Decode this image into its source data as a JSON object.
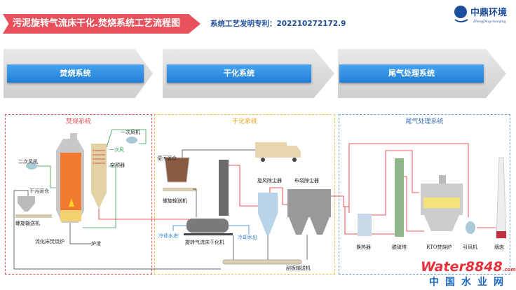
{
  "header": {
    "title": "污泥旋转气流床干化.焚烧系统工艺流程图",
    "patent": "系统工艺发明专利：202210272172.9",
    "logo_text": "中鼎环境",
    "logo_sub": "ZhongDing HuanJing"
  },
  "stages": [
    {
      "label": "焚烧系统"
    },
    {
      "label": "干化系统"
    },
    {
      "label": "尾气处理系统"
    }
  ],
  "sections": {
    "incineration": {
      "title": "焚烧系统",
      "labels": {
        "primary_fan": "一次风机",
        "primary_air": "一次风",
        "secondary_fan": "二次风机",
        "preheater": "空预器",
        "dry_silo": "干污泥仓",
        "screw": "螺旋输送机",
        "furnace": "流化床焚烧炉",
        "slag": "炉渣"
      }
    },
    "drying": {
      "title": "干化系统",
      "labels": {
        "wet_silo": "湿污泥仓",
        "screw": "螺旋输送机",
        "cyclone": "旋风除尘器",
        "bag": "布袋除尘器",
        "cool_in": "冷却水进",
        "cool_out": "冷却水出",
        "dryer": "旋转气流床干化机",
        "scraper": "刮板输送机"
      }
    },
    "exhaust": {
      "title": "尾气处理系统",
      "labels": {
        "hx": "换热器",
        "desulf": "脱硫塔",
        "rto": "RTO焚烧炉",
        "fan": "引风机",
        "stack": "烟囱"
      }
    }
  },
  "watermark": {
    "brand": "Water8848",
    "suffix": ".com",
    "cn": "中国水业网"
  },
  "colors": {
    "red": "#e8505b",
    "blue": "#1f7fd6",
    "flue": "#e02020",
    "air": "#2aa34a"
  }
}
